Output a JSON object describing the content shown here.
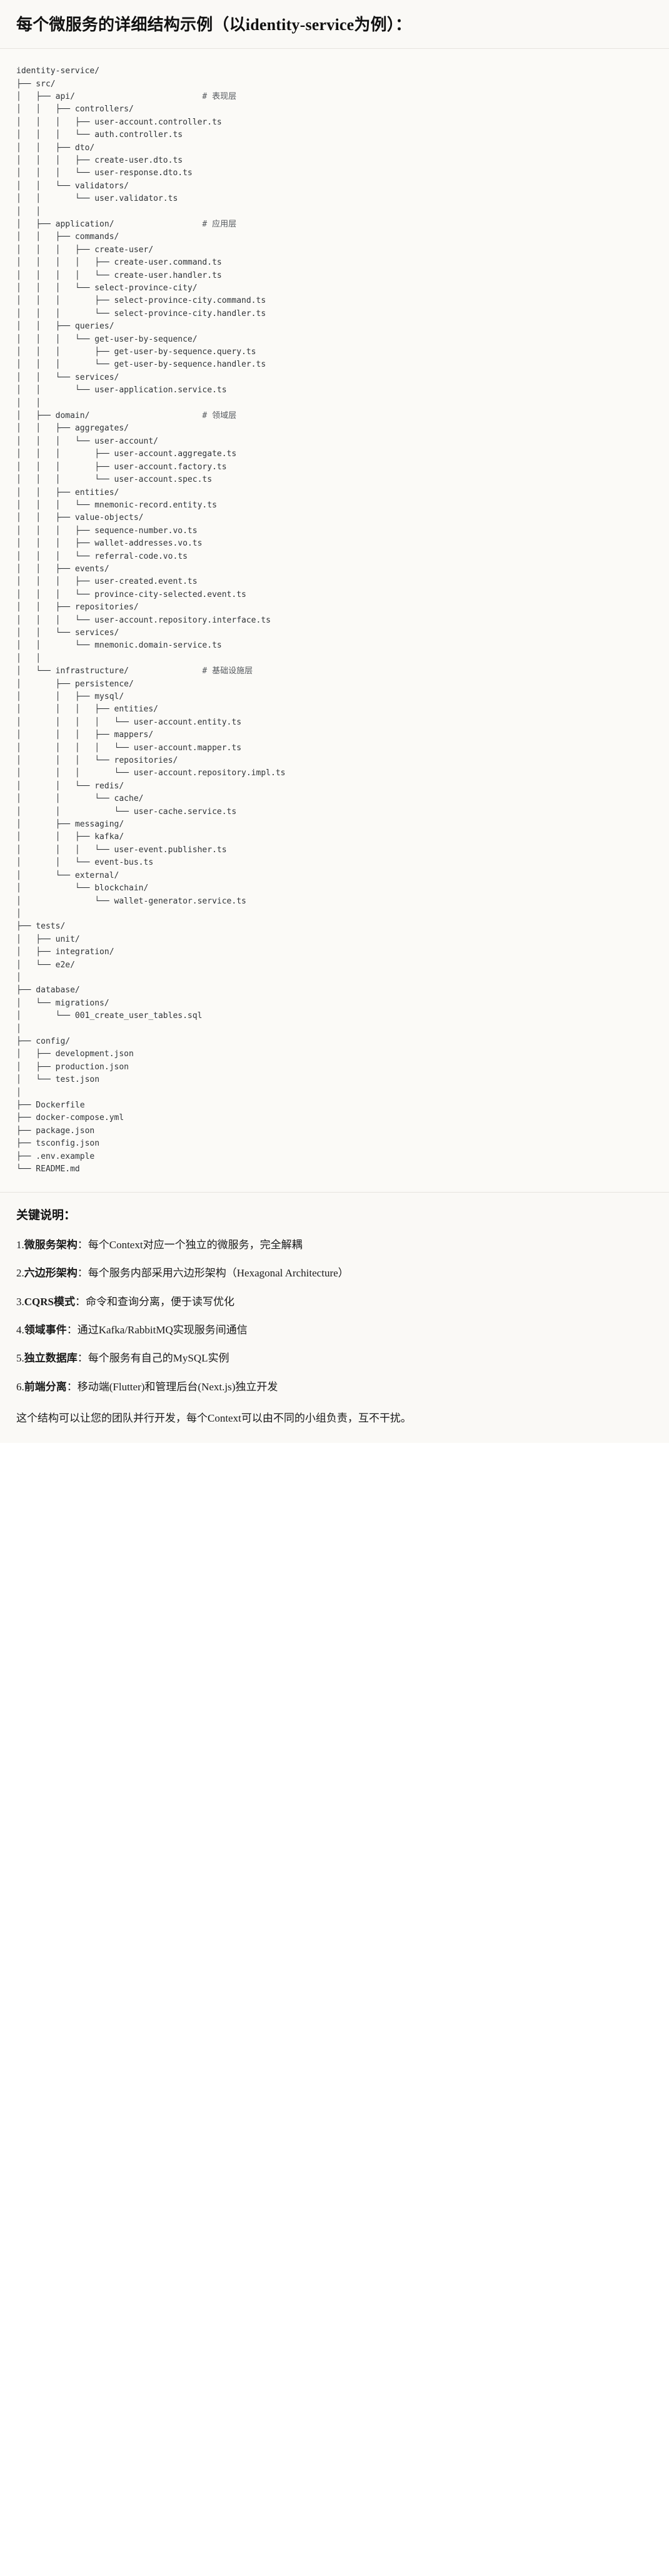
{
  "header": {
    "title": "每个微服务的详细结构示例（以identity-service为例）："
  },
  "tree": {
    "root_label": "identity-service/",
    "lines": [
      "identity-service/",
      "├── src/",
      "│   ├── api/                          # 表现层",
      "│   │   ├── controllers/",
      "│   │   │   ├── user-account.controller.ts",
      "│   │   │   └── auth.controller.ts",
      "│   │   ├── dto/",
      "│   │   │   ├── create-user.dto.ts",
      "│   │   │   └── user-response.dto.ts",
      "│   │   └── validators/",
      "│   │       └── user.validator.ts",
      "│   │",
      "│   ├── application/                  # 应用层",
      "│   │   ├── commands/",
      "│   │   │   ├── create-user/",
      "│   │   │   │   ├── create-user.command.ts",
      "│   │   │   │   └── create-user.handler.ts",
      "│   │   │   └── select-province-city/",
      "│   │   │       ├── select-province-city.command.ts",
      "│   │   │       └── select-province-city.handler.ts",
      "│   │   ├── queries/",
      "│   │   │   └── get-user-by-sequence/",
      "│   │   │       ├── get-user-by-sequence.query.ts",
      "│   │   │       └── get-user-by-sequence.handler.ts",
      "│   │   └── services/",
      "│   │       └── user-application.service.ts",
      "│   │",
      "│   ├── domain/                       # 领域层",
      "│   │   ├── aggregates/",
      "│   │   │   └── user-account/",
      "│   │   │       ├── user-account.aggregate.ts",
      "│   │   │       ├── user-account.factory.ts",
      "│   │   │       └── user-account.spec.ts",
      "│   │   ├── entities/",
      "│   │   │   └── mnemonic-record.entity.ts",
      "│   │   ├── value-objects/",
      "│   │   │   ├── sequence-number.vo.ts",
      "│   │   │   ├── wallet-addresses.vo.ts",
      "│   │   │   └── referral-code.vo.ts",
      "│   │   ├── events/",
      "│   │   │   ├── user-created.event.ts",
      "│   │   │   └── province-city-selected.event.ts",
      "│   │   ├── repositories/",
      "│   │   │   └── user-account.repository.interface.ts",
      "│   │   └── services/",
      "│   │       └── mnemonic.domain-service.ts",
      "│   │",
      "│   └── infrastructure/               # 基础设施层",
      "│       ├── persistence/",
      "│       │   ├── mysql/",
      "│       │   │   ├── entities/",
      "│       │   │   │   └── user-account.entity.ts",
      "│       │   │   ├── mappers/",
      "│       │   │   │   └── user-account.mapper.ts",
      "│       │   │   └── repositories/",
      "│       │   │       └── user-account.repository.impl.ts",
      "│       │   └── redis/",
      "│       │       └── cache/",
      "│       │           └── user-cache.service.ts",
      "│       ├── messaging/",
      "│       │   ├── kafka/",
      "│       │   │   └── user-event.publisher.ts",
      "│       │   └── event-bus.ts",
      "│       └── external/",
      "│           └── blockchain/",
      "│               └── wallet-generator.service.ts",
      "│",
      "├── tests/",
      "│   ├── unit/",
      "│   ├── integration/",
      "│   └── e2e/",
      "│",
      "├── database/",
      "│   └── migrations/",
      "│       └── 001_create_user_tables.sql",
      "│",
      "├── config/",
      "│   ├── development.json",
      "│   ├── production.json",
      "│   └── test.json",
      "│",
      "├── Dockerfile",
      "├── docker-compose.yml",
      "├── package.json",
      "├── tsconfig.json",
      "├── .env.example",
      "└── README.md"
    ],
    "layer_comments": [
      "# 表现层",
      "# 应用层",
      "# 领域层",
      "# 基础设施层"
    ]
  },
  "notes": {
    "title": "关键说明：",
    "items": [
      {
        "index": "1.",
        "term": "微服务架构",
        "desc": "：每个Context对应一个独立的微服务，完全解耦"
      },
      {
        "index": "2.",
        "term": "六边形架构",
        "desc": "：每个服务内部采用六边形架构（Hexagonal Architecture）"
      },
      {
        "index": "3.",
        "term": "CQRS模式",
        "desc": "：命令和查询分离，便于读写优化"
      },
      {
        "index": "4.",
        "term": "领域事件",
        "desc": "：通过Kafka/RabbitMQ实现服务间通信"
      },
      {
        "index": "5.",
        "term": "独立数据库",
        "desc": "：每个服务有自己的MySQL实例"
      },
      {
        "index": "6.",
        "term": "前端分离",
        "desc": "：移动端(Flutter)和管理后台(Next.js)独立开发"
      }
    ],
    "footer": "这个结构可以让您的团队并行开发，每个Context可以由不同的小组负责，互不干扰。"
  }
}
